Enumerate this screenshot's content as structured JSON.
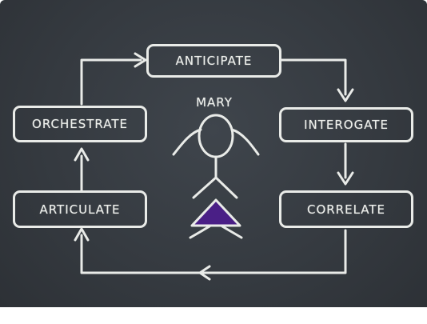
{
  "diagram": {
    "steps": {
      "anticipate": "ANTICIPATE",
      "interogate": "INTEROGATE",
      "correlate": "CORRELATE",
      "articulate": "ARTICULATE",
      "orchestrate": "ORCHESTRATE"
    },
    "person": {
      "name": "MARY"
    },
    "colors": {
      "board": "#373c42",
      "chalk": "#e9ebe8",
      "dress": "#4a1f86"
    }
  }
}
